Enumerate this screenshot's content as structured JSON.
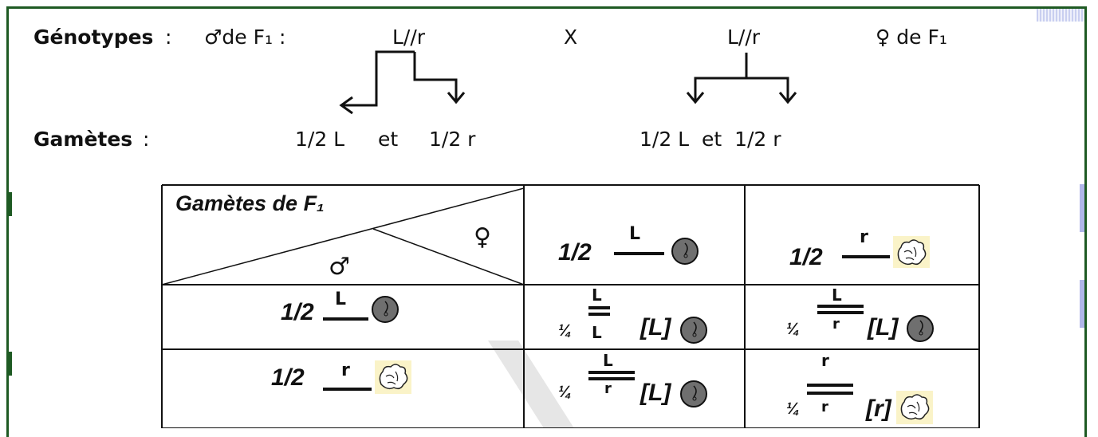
{
  "header": {
    "genotypes_label": "Génotypes",
    "colon": ":",
    "male_parent": "♂de F₁ :",
    "male_genotype": "L//r",
    "cross": "X",
    "female_genotype": "L//r",
    "female_parent": "♀ de F₁"
  },
  "gametes": {
    "label": "Gamètes",
    "colon": ":",
    "male": [
      "1/2 L",
      "et",
      "1/2 r"
    ],
    "female": "1/2 L  et  1/2 r"
  },
  "table": {
    "corner_title": "Gamètes de F₁",
    "female_symbol": "♀",
    "male_symbol": "♂",
    "female_gametes": [
      {
        "prob": "1/2",
        "allele": "L",
        "phenotype_icon": "smooth-seed-icon"
      },
      {
        "prob": "1/2",
        "allele": "r",
        "phenotype_icon": "wrinkled-seed-icon"
      }
    ],
    "male_gametes": [
      {
        "prob": "1/2",
        "allele": "L",
        "phenotype_icon": "smooth-seed-icon"
      },
      {
        "prob": "1/2",
        "allele": "r",
        "phenotype_icon": "wrinkled-seed-icon"
      }
    ],
    "cells": [
      [
        {
          "prob": "¼",
          "top": "L",
          "bottom": "L",
          "phenotype": "[L]",
          "phenotype_icon": "smooth-seed-icon"
        },
        {
          "prob": "¼",
          "top": "L",
          "bottom": "r",
          "phenotype": "[L]",
          "phenotype_icon": "smooth-seed-icon"
        }
      ],
      [
        {
          "prob": "¼",
          "top": "L",
          "bottom": "r",
          "phenotype": "[L]",
          "phenotype_icon": "smooth-seed-icon"
        },
        {
          "prob": "¼",
          "top": "r",
          "bottom": "r",
          "phenotype": "[r]",
          "phenotype_icon": "wrinkled-seed-icon"
        }
      ]
    ]
  },
  "colors": {
    "frame": "#1e5a23",
    "seed_fill": "#6f6f6f",
    "wrinkled_bg": "#faf3c8",
    "watermark": "#e6e6e6"
  }
}
